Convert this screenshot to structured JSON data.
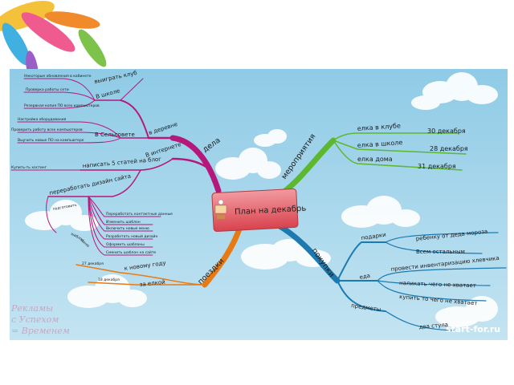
{
  "center": "План на декабрь",
  "branches": {
    "dela": "дела",
    "meropriyatiya": "мероприятия",
    "pokupki": "покупки",
    "poezdki": "поездки"
  },
  "dela": {
    "v_derevne": "в деревне",
    "v_shkole": "В школе",
    "vyigrat_klub": "выиграть клуб",
    "nekotorye": "Некоторые обновления в кабинете",
    "proverka": "Проверка работы сети",
    "rezerv": "Резервная копия ПО всех компьютеров",
    "v_selsovete": "В Сельсовете",
    "nastroyka": "Настройка оборудования",
    "proverka_rab": "Проверить работу всех компьютеров",
    "vyuchit": "Выучить новые ПО на компьютере",
    "v_internete": "В интернете",
    "napisat": "написать 5 статей на блог",
    "kupit_lyuks": "Купить-ть хостинг",
    "pererabotat": "переработать дизайн сайта",
    "podgotovit": "подготовить",
    "sub1": "Переработать контактные данные",
    "sub2": "Изменить шаблон",
    "sub3": "Включить новые меню",
    "sub4": "Разработать новый дизайн",
    "sub5": "Оформить шаблоны",
    "sub6": "Сменить шаблон на сайте",
    "side_a": "шаблон",
    "side_b": "меню"
  },
  "meropriyatiya": {
    "elka_klub": "елка в клубе",
    "elka_klub_date": "30 декабря",
    "elka_shkole": "елка в школе",
    "elka_shkole_date": "28 декабря",
    "elka_doma": "елка дома",
    "elka_doma_date": "31 декабря"
  },
  "pokupki": {
    "podarki": "подарки",
    "rebenku": "ребенку от деда мороза",
    "vsem": "Всем остальным",
    "eda": "еда",
    "provesti": "провести инвентаризацию хлевчика",
    "nalikat": "наликать чего не хватает",
    "kupit": "купить то чего не хватает",
    "predmety": "предметы",
    "dva_stula": "два стула"
  },
  "poezdki": {
    "k_novomu_godu": "к новому году",
    "date_27": "27 декабря",
    "za_elkoy": "за елкой",
    "date_18": "18 декабря"
  },
  "watermark": {
    "line1": "Рекламы",
    "line2": "с Успехом",
    "line3": "= Временем"
  },
  "site": "start-for.ru",
  "colors": {
    "sky": "#a9d8ec",
    "dela": "#b5187a",
    "meropriyatiya": "#5db82e",
    "pokupki": "#1c7ab0",
    "poezdki": "#e87a14",
    "center_bg": "#e8616b"
  }
}
